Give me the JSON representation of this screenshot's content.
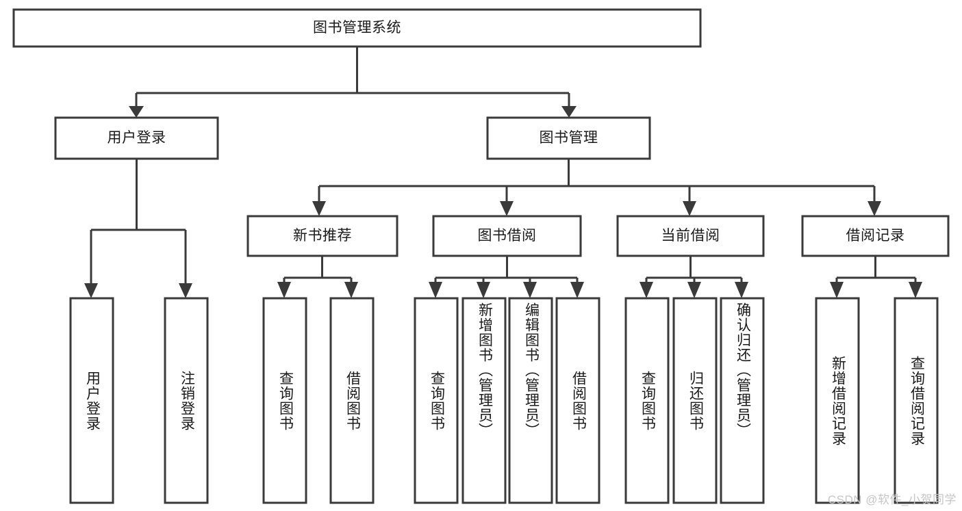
{
  "diagram": {
    "type": "hierarchy-tree",
    "title": "图书管理系统",
    "watermark": "CSDN @软件_小贺同学",
    "colors": {
      "box_stroke": "#3a3a3a",
      "box_fill": "#ffffff",
      "text": "#1a1a1a",
      "background": "#ffffff",
      "watermark": "#c6c6c6"
    },
    "levels": [
      {
        "level": 1,
        "nodes": [
          {
            "id": "root",
            "label": "图书管理系统",
            "orientation": "horizontal"
          }
        ]
      },
      {
        "level": 2,
        "nodes": [
          {
            "id": "login",
            "label": "用户登录",
            "orientation": "horizontal",
            "parent": "root"
          },
          {
            "id": "bookmgmt",
            "label": "图书管理",
            "orientation": "horizontal",
            "parent": "root"
          }
        ]
      },
      {
        "level": 3,
        "nodes": [
          {
            "id": "newbook",
            "label": "新书推荐",
            "orientation": "horizontal",
            "parent": "bookmgmt"
          },
          {
            "id": "borrow",
            "label": "图书借阅",
            "orientation": "horizontal",
            "parent": "bookmgmt"
          },
          {
            "id": "current",
            "label": "当前借阅",
            "orientation": "horizontal",
            "parent": "bookmgmt"
          },
          {
            "id": "records",
            "label": "借阅记录",
            "orientation": "horizontal",
            "parent": "bookmgmt"
          }
        ]
      },
      {
        "level": 4,
        "nodes": [
          {
            "id": "leaf-1",
            "label": "用户登录",
            "orientation": "vertical",
            "parent": "login"
          },
          {
            "id": "leaf-2",
            "label": "注销登录",
            "orientation": "vertical",
            "parent": "login"
          },
          {
            "id": "leaf-3",
            "label": "查询图书",
            "orientation": "vertical",
            "parent": "newbook"
          },
          {
            "id": "leaf-4",
            "label": "借阅图书",
            "orientation": "vertical",
            "parent": "newbook"
          },
          {
            "id": "leaf-5",
            "label": "查询图书",
            "orientation": "vertical",
            "parent": "borrow"
          },
          {
            "id": "leaf-6",
            "label": "新增图书（管理员）",
            "orientation": "vertical",
            "parent": "borrow"
          },
          {
            "id": "leaf-7",
            "label": "编辑图书（管理员）",
            "orientation": "vertical",
            "parent": "borrow"
          },
          {
            "id": "leaf-8",
            "label": "借阅图书",
            "orientation": "vertical",
            "parent": "borrow"
          },
          {
            "id": "leaf-9",
            "label": "查询图书",
            "orientation": "vertical",
            "parent": "current"
          },
          {
            "id": "leaf-10",
            "label": "归还图书",
            "orientation": "vertical",
            "parent": "current"
          },
          {
            "id": "leaf-11",
            "label": "确认归还（管理员）",
            "orientation": "vertical",
            "parent": "current"
          },
          {
            "id": "leaf-12",
            "label": "新增借阅记录",
            "orientation": "vertical",
            "parent": "records"
          },
          {
            "id": "leaf-13",
            "label": "查询借阅记录",
            "orientation": "vertical",
            "parent": "records"
          }
        ]
      }
    ]
  }
}
